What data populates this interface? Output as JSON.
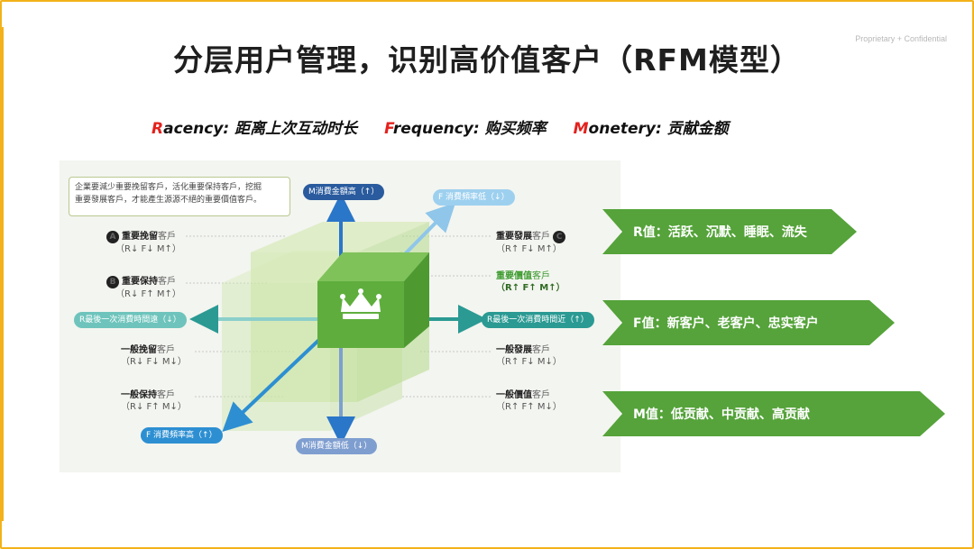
{
  "watermark": "Proprietary + Confidential",
  "title": "分层用户管理，识别高价值客户（RFM模型）",
  "metrics": [
    {
      "initial": "R",
      "rest": "acency: 距离上次互动时长"
    },
    {
      "initial": "F",
      "rest": "requency: 购买频率"
    },
    {
      "initial": "M",
      "rest": "onetery: 贡献金额"
    }
  ],
  "diagram": {
    "note_lines": [
      "企業要減少重要挽留客戶，活化重要保持客戶，挖掘",
      "重要發展客戶，才能產生源源不絕的重要價值客戶。"
    ],
    "axes": {
      "m_high": "M消費金額高（↑）",
      "m_low": "M消費金額低（↓）",
      "f_low": "F 消費頻率低（↓）",
      "f_high": "F 消費頻率高（↑）",
      "r_far": "R最後一次消費時間遠（↓）",
      "r_near": "R最後一次消費時間近（↑）"
    },
    "segments": {
      "a": {
        "badge": "A",
        "bold": "重要挽留",
        "suffix": "客戶",
        "code": "（R↓ F↓ M↑）"
      },
      "b": {
        "badge": "B",
        "bold": "重要保持",
        "suffix": "客戶",
        "code": "（R↓ F↑ M↑）"
      },
      "c": {
        "badge": "C",
        "bold": "重要發展",
        "suffix": "客戶",
        "code": "（R↑ F↓ M↑）"
      },
      "value": {
        "bold": "重要價值",
        "suffix": "客戶",
        "code": "（R↑ F↑ M↑）"
      },
      "gen_retain": {
        "bold": "一般挽留",
        "suffix": "客戶",
        "code": "（R↓ F↓ M↓）"
      },
      "gen_develop": {
        "bold": "一般發展",
        "suffix": "客戶",
        "code": "（R↑ F↓ M↓）"
      },
      "gen_keep": {
        "bold": "一般保持",
        "suffix": "客戶",
        "code": "（R↓ F↑ M↓）"
      },
      "gen_value": {
        "bold": "一般價值",
        "suffix": "客戶",
        "code": "（R↑ F↑ M↓）"
      }
    }
  },
  "banners": [
    "R值：活跃、沉默、睡眠、流失",
    "F值：新客户、老客户、忠实客户",
    "M值：低贡献、中贡献、高贡献"
  ],
  "colors": {
    "accent": "#f3b21a",
    "initial_red": "#e3211d",
    "banner_green": "#55a33a",
    "navy_pill": "#2a5b9e",
    "teal_pill": "#2a9a93",
    "blue_pill": "#2d8fd2"
  }
}
